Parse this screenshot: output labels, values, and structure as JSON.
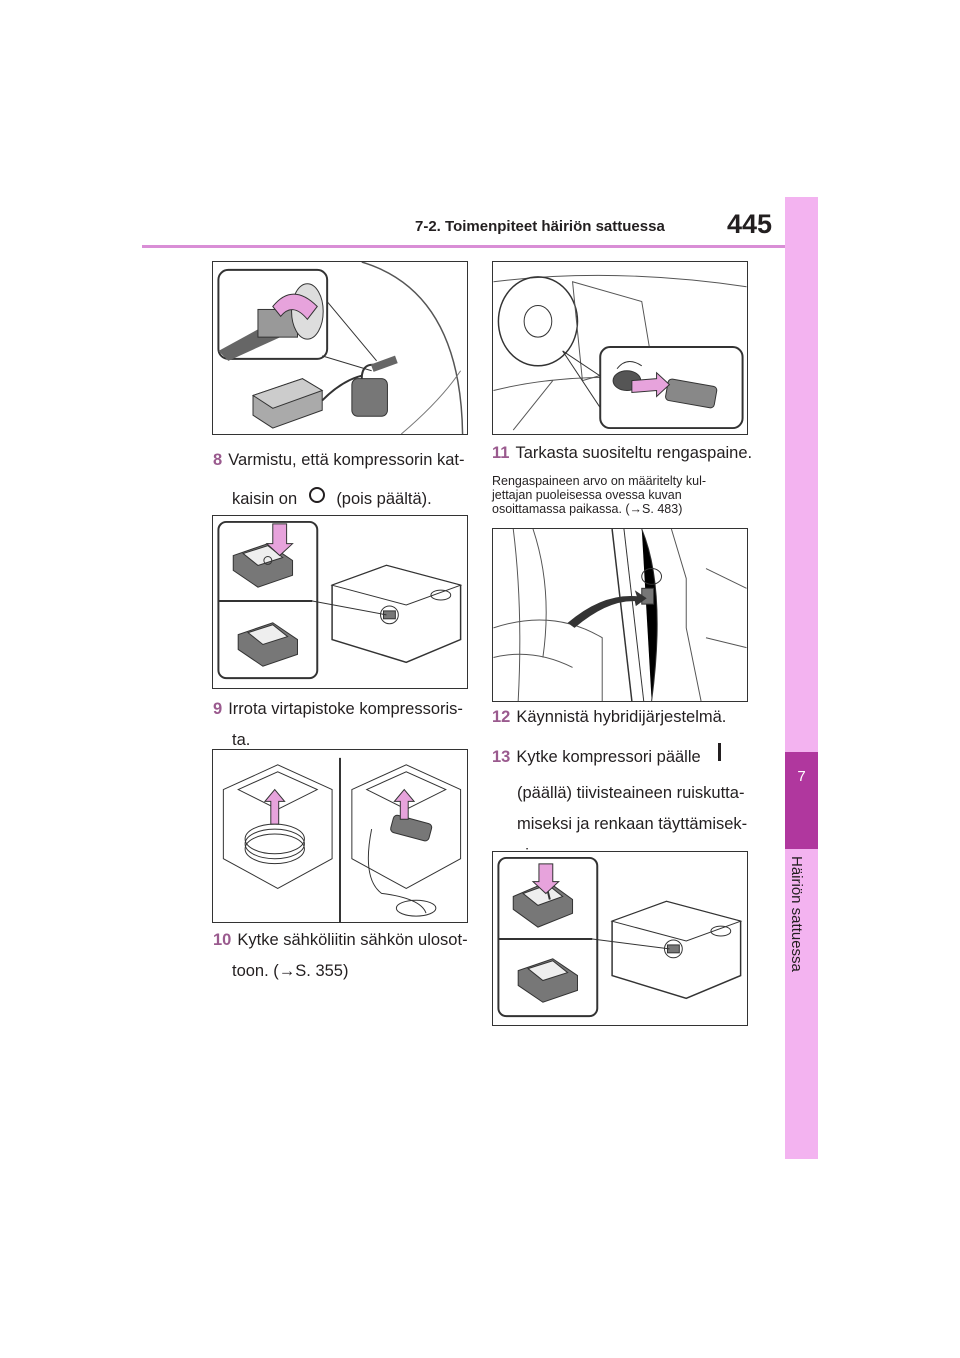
{
  "header": {
    "section_title": "7-2. Toimenpiteet häiriön sattuessa",
    "page_number": "445"
  },
  "side_tab": {
    "chapter_number": "7",
    "chapter_title": "Häiriön sattuessa"
  },
  "steps": {
    "s8": {
      "num": "8",
      "line1": "Varmistu, että kompressorin kat-",
      "line2a": "kaisin on",
      "line2b": "(pois päältä)."
    },
    "s9": {
      "num": "9",
      "line1": "Irrota virtapistoke kompressoris-",
      "line2": "ta."
    },
    "s10": {
      "num": "10",
      "line1": "Kytke sähköliitin sähkön ulosot-",
      "line2": "toon. (→S. 355)"
    },
    "s11": {
      "num": "11",
      "line1": "Tarkasta suositeltu rengaspaine."
    },
    "s11_note": {
      "line1": "Rengaspaineen arvo on määritelty kul-",
      "line2": "jettajan puoleisessa ovessa kuvan",
      "line3": "osoittamassa paikassa. (→S. 483)"
    },
    "s12": {
      "num": "12",
      "line1": "Käynnistä hybridijärjestelmä."
    },
    "s13": {
      "num": "13",
      "line1": "Kytke kompressori päälle",
      "line2": "(päällä) tiivisteaineen ruiskutta-",
      "line3": "miseksi ja renkaan täyttämisek-",
      "line4": "si."
    }
  },
  "colors": {
    "accent": "#b0379e",
    "tab_background": "#f3b3f0",
    "rule": "#d98ed6",
    "arrow_fill": "#e7a3dc",
    "step_number": "#9a5a8e"
  }
}
